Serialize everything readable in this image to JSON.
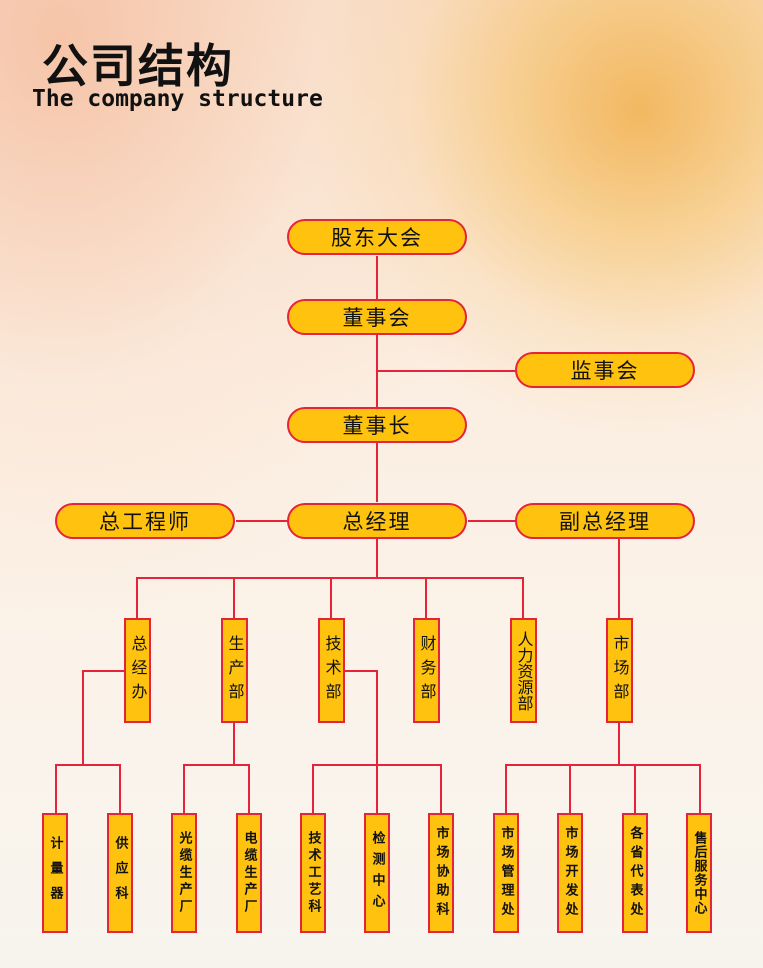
{
  "header": {
    "title_cn": "公司结构",
    "title_en": "The company structure"
  },
  "top": {
    "shareholders": "股东大会",
    "board": "董事会",
    "supervisors": "监事会",
    "chairman": "董事长",
    "chief_engineer": "总工程师",
    "general_manager": "总经理",
    "deputy_gm": "副总经理"
  },
  "departments": [
    "总经办",
    "生产部",
    "技术部",
    "财务部",
    "人力资源部",
    "市场部"
  ],
  "sub_units": [
    "计量器",
    "供应科",
    "光缆生产厂",
    "电缆生产厂",
    "技术工艺科",
    "检测中心",
    "市场协助科",
    "市场管理处",
    "市场开发处",
    "各省代表处",
    "售后服务中心"
  ]
}
